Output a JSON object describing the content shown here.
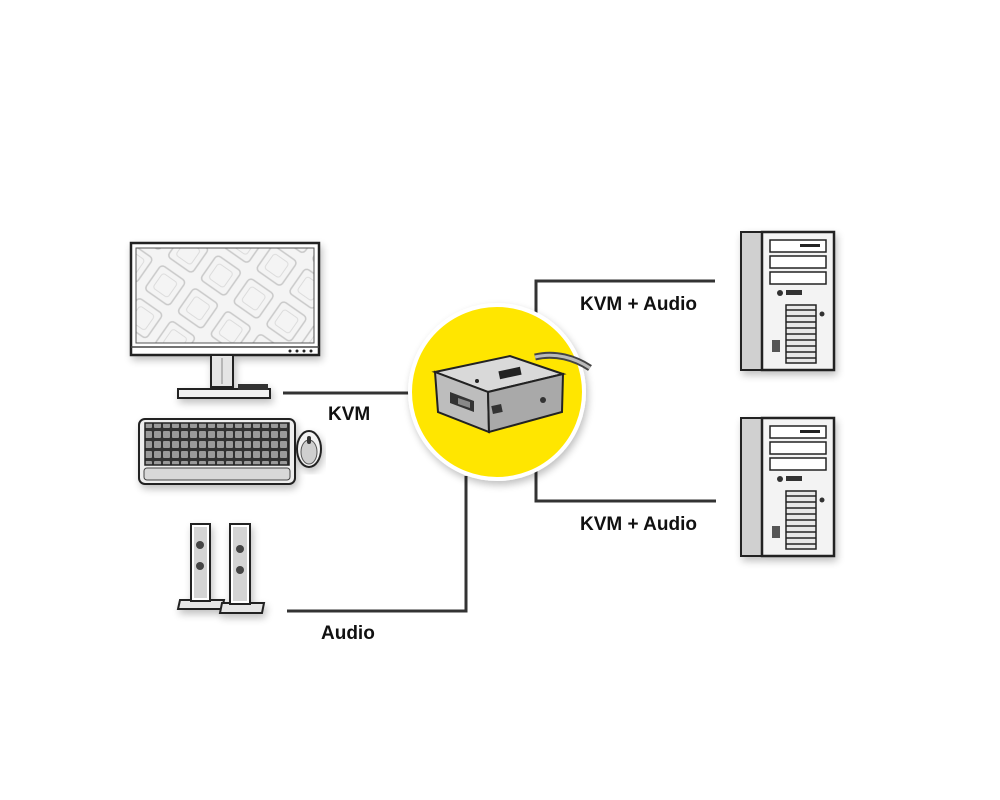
{
  "labels": {
    "kvm": "KVM",
    "audio": "Audio",
    "pc1": "KVM + Audio",
    "pc2": "KVM + Audio"
  },
  "colors": {
    "highlight": "#FFE600",
    "line": "#333333",
    "outline": "#222222"
  }
}
